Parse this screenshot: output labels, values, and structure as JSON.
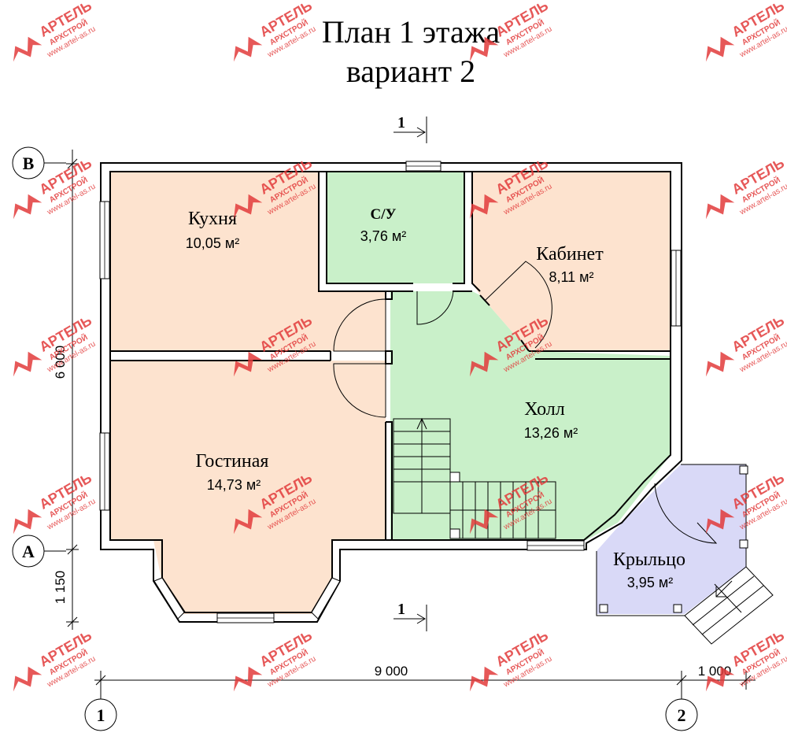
{
  "title": {
    "line1": "План 1 этажа",
    "line2": "вариант 2"
  },
  "rooms": [
    {
      "id": "kitchen",
      "name": "Кухня",
      "area": "10,05 м²"
    },
    {
      "id": "bathroom",
      "name": "С/У",
      "area": "3,76 м²"
    },
    {
      "id": "cabinet",
      "name": "Кабинет",
      "area": "8,11 м²"
    },
    {
      "id": "hall",
      "name": "Холл",
      "area": "13,26 м²"
    },
    {
      "id": "living",
      "name": "Гостиная",
      "area": "14,73 м²"
    },
    {
      "id": "porch",
      "name": "Крыльцо",
      "area": "3,95 м²"
    }
  ],
  "axes": {
    "B": "В",
    "A": "А",
    "one": "1",
    "two": "2"
  },
  "section_marks": {
    "top": "1",
    "bottom": "1"
  },
  "dimensions": {
    "height_main": "6 000",
    "height_bay": "1 150",
    "width_main": "9 000",
    "width_porch": "1 000"
  },
  "watermark": {
    "brand": "АРТЕЛЬ",
    "sub": "АРХСТРОЙ",
    "url": "www.artel-as.ru"
  },
  "colors": {
    "peach": "#fde3cf",
    "green": "#c9f0c9",
    "lavender": "#d9d9f7",
    "watermark": "#e23a3a"
  }
}
